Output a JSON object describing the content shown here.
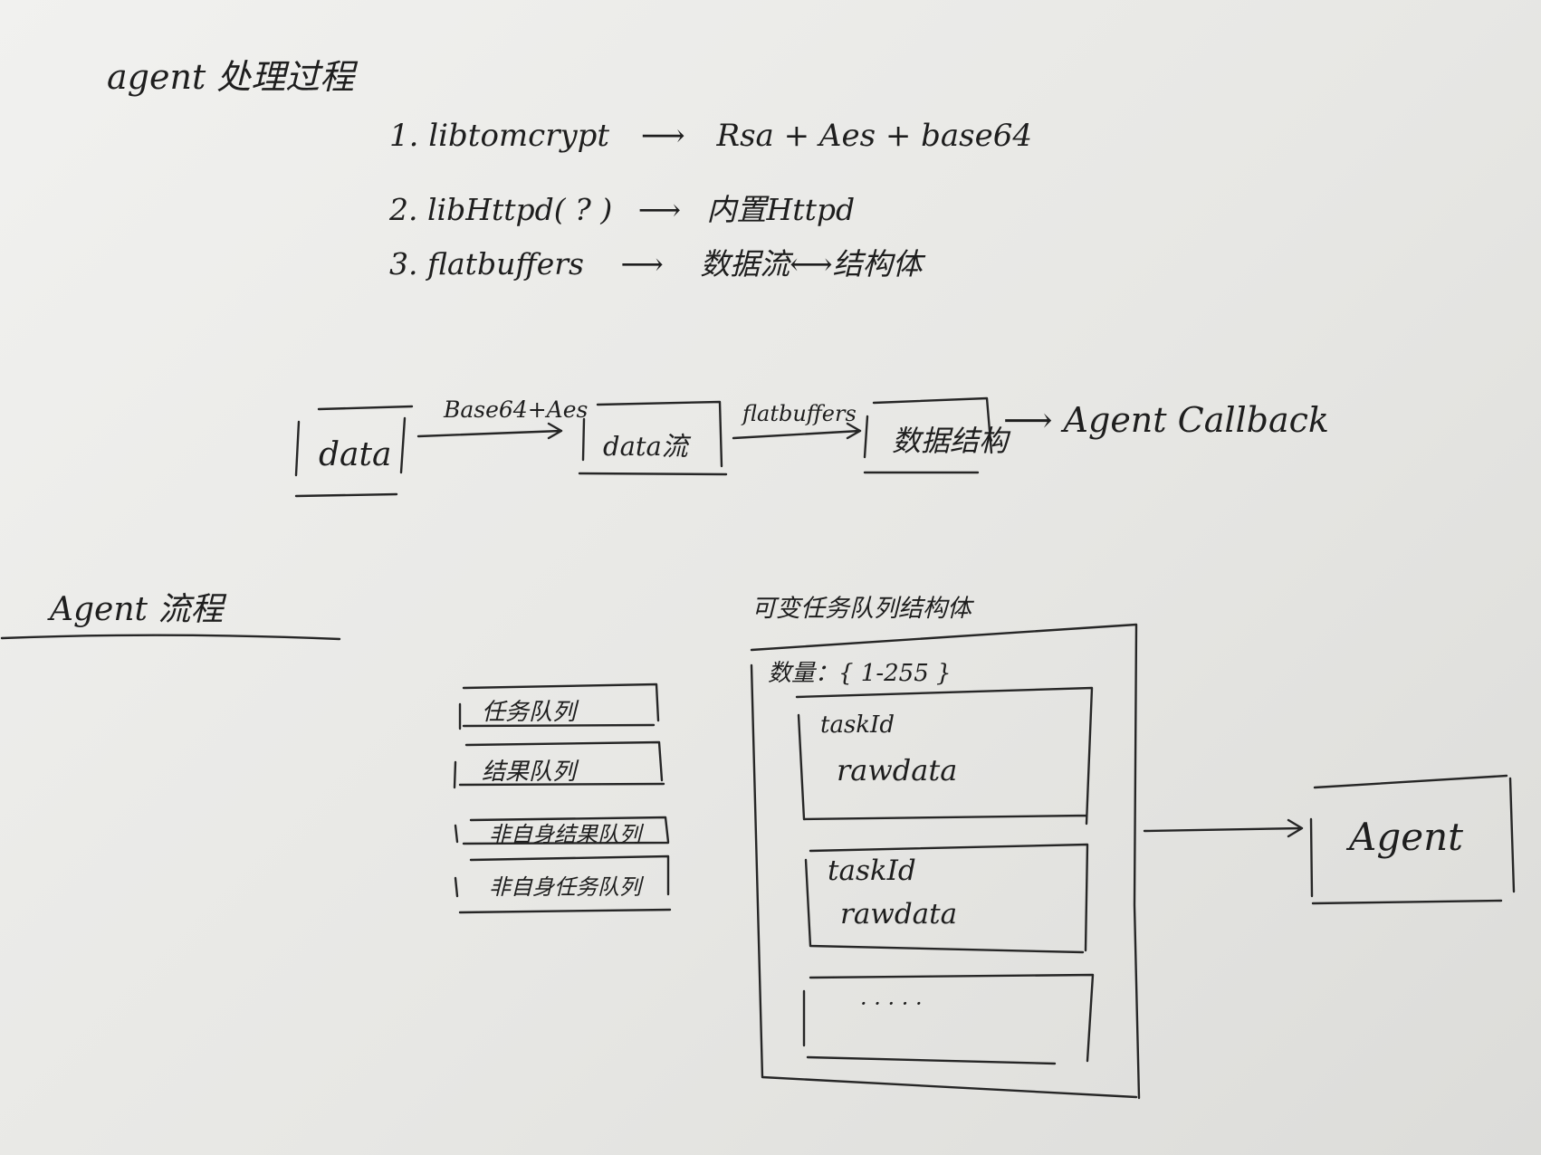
{
  "title": "agent 处理过程",
  "tech_list": [
    {
      "num": "1.",
      "name": "libtomcrypt",
      "arrow": "⟶",
      "target": "Rsa + Aes + base64"
    },
    {
      "num": "2.",
      "name": "libHttpd( ? )",
      "arrow": "⟶",
      "target": "内置Httpd"
    },
    {
      "num": "3.",
      "name": "flatbuffers",
      "arrow": "⟶",
      "target": "数据流⟷结构体"
    }
  ],
  "pipeline": {
    "box_data": "data",
    "edge_1": "Base64+Aes",
    "box_stream": "data流",
    "edge_2": "flatbuffers",
    "box_struct": "数据结构",
    "callback": "⟶ Agent Callback"
  },
  "section2_title": "Agent 流程",
  "queues": [
    "任务队列",
    "结果队列",
    "非自身结果队列",
    "非自身任务队列"
  ],
  "container": {
    "title": "可变任务队列结构体",
    "count": "数量：{ 1-255 }",
    "items": [
      {
        "id": "taskId",
        "data": "rawdata"
      },
      {
        "id": "taskId",
        "data": "rawdata"
      }
    ],
    "ellipsis": "· · · · ·"
  },
  "agent_label": "Agent"
}
